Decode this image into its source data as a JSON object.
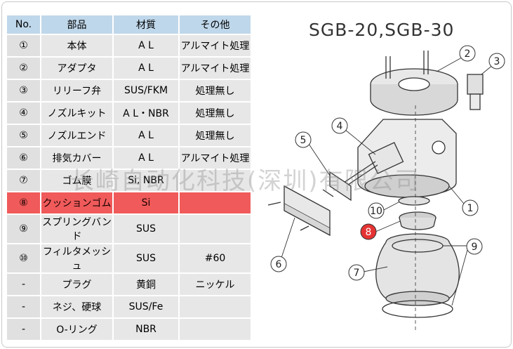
{
  "title": "SGB-20,SGB-30",
  "table": {
    "headers": [
      "No.",
      "部品",
      "材質",
      "その他"
    ],
    "rows": [
      {
        "no": "①",
        "part": "本体",
        "material": "A L",
        "other": "アルマイト処理"
      },
      {
        "no": "②",
        "part": "アダプタ",
        "material": "A L",
        "other": "アルマイト処理"
      },
      {
        "no": "③",
        "part": "リリーフ弁",
        "material": "SUS/FKM",
        "other": "処理無し"
      },
      {
        "no": "④",
        "part": "ノズルキット",
        "material": "A L・NBR",
        "other": "処理無し"
      },
      {
        "no": "⑤",
        "part": "ノズルエンド",
        "material": "A L",
        "other": "処理無し"
      },
      {
        "no": "⑥",
        "part": "排気カバー",
        "material": "A L",
        "other": "アルマイト処理"
      },
      {
        "no": "⑦",
        "part": "ゴム膜",
        "material": "Si, NBR",
        "other": ""
      },
      {
        "no": "⑧",
        "part": "クッションゴム",
        "material": "Si",
        "other": ""
      },
      {
        "no": "⑨",
        "part": "スプリングバンド",
        "material": "SUS",
        "other": ""
      },
      {
        "no": "⑩",
        "part": "フィルタメッシュ",
        "material": "SUS",
        "other": "#60"
      },
      {
        "no": "-",
        "part": "プラグ",
        "material": "黄銅",
        "other": "ニッケル"
      },
      {
        "no": "-",
        "part": "ネジ、硬球",
        "material": "SUS/Fe",
        "other": ""
      },
      {
        "no": "-",
        "part": "O-リング",
        "material": "NBR",
        "other": ""
      }
    ]
  },
  "callouts": [
    "1",
    "2",
    "3",
    "4",
    "5",
    "6",
    "7",
    "8",
    "9",
    "10"
  ],
  "watermark": "长崎自动化科技(深圳)有限公司",
  "colors": {
    "header_bg": "#bfd7ea",
    "row_bg": "#e7e7e7",
    "highlight": "#f05a5a"
  }
}
